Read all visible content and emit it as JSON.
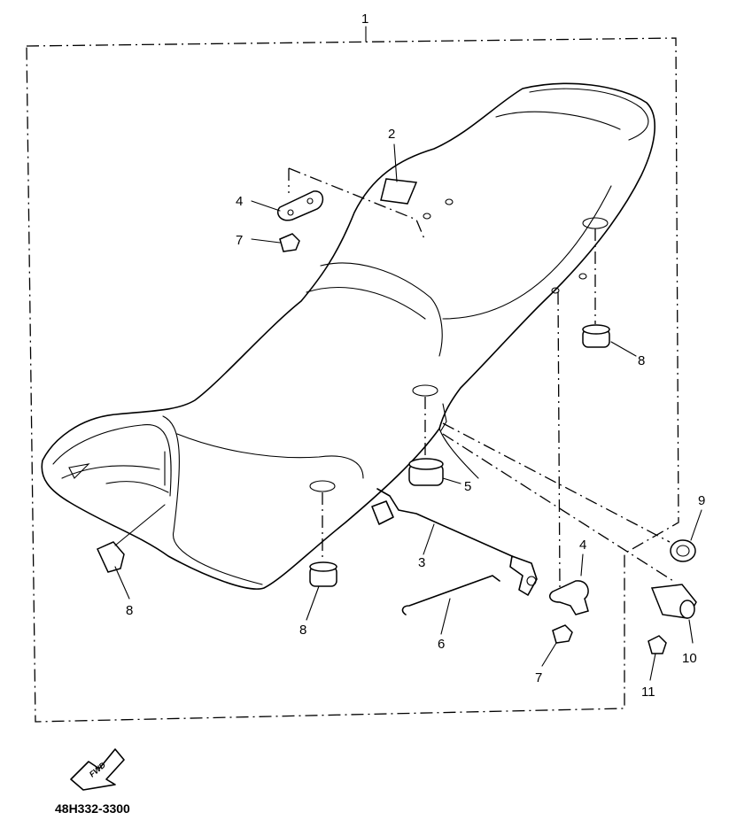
{
  "drawing_code": "48H332-3300",
  "fwd_label": "FWD",
  "callouts": {
    "c1": "1",
    "c2": "2",
    "c3": "3",
    "c4a": "4",
    "c4b": "4",
    "c5": "5",
    "c6": "6",
    "c7a": "7",
    "c7b": "7",
    "c8a": "8",
    "c8b": "8",
    "c8c": "8",
    "c9": "9",
    "c10": "10",
    "c11": "11"
  }
}
